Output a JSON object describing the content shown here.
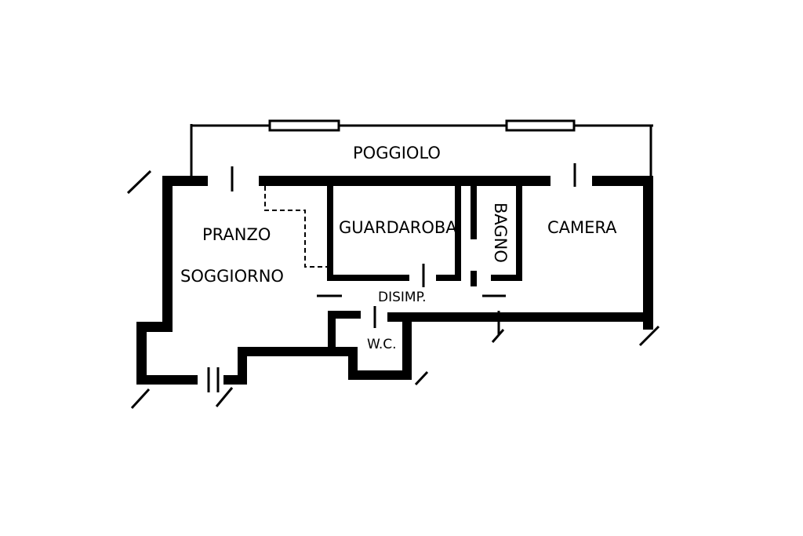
{
  "plan": {
    "rooms": {
      "balcony": "POGGIOLO",
      "dining": "PRANZO",
      "living": "SOGGIORNO",
      "wardrobe": "GUARDAROBA",
      "bathroom": "BAGNO",
      "bedroom": "CAMERA",
      "hall": "DISIMP.",
      "toilet": "W.C."
    }
  }
}
